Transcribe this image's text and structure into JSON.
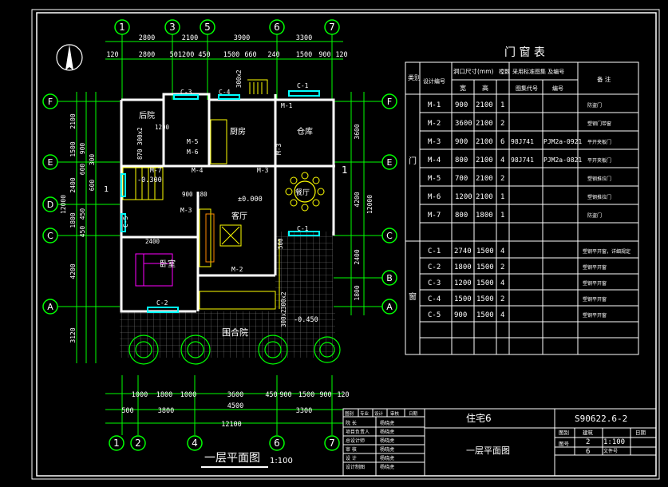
{
  "plan": {
    "title": "一层平面图",
    "scale": "1:100",
    "rooms": {
      "back_kitchen": "后院",
      "kitchen": "厨房",
      "storage": "仓库",
      "dining": "餐厅",
      "living": "客厅",
      "bedroom": "卧室",
      "courtyard": "围合院"
    },
    "levels": {
      "zero": "±0.000",
      "lower": "-0.300",
      "yard": "-0.450"
    },
    "small_texts": {
      "arrow_1": "1",
      "dim_1200": "1200",
      "dim_900_180": "900 180",
      "dim_300x2": "300x2",
      "dim_870": "870 300x2",
      "dim_2400": "2400",
      "dim_500": "500",
      "dim_300x2_b": "300x2",
      "dim_300x2_c": "300x2"
    },
    "door_labels": [
      "M-1",
      "M-2",
      "M-3",
      "M-4",
      "M-5",
      "M-6",
      "M-7",
      "M-3",
      "M-3"
    ],
    "window_labels": [
      "C-1",
      "C-1",
      "C-2",
      "C-3",
      "C-4",
      "C-5"
    ]
  },
  "grid": {
    "top": [
      "1",
      "3",
      "5",
      "6",
      "7"
    ],
    "bottom": [
      "1",
      "2",
      "4",
      "6",
      "7"
    ],
    "left": [
      "F",
      "E",
      "D",
      "C",
      "A"
    ],
    "right": [
      "F",
      "E",
      "C",
      "B",
      "A"
    ]
  },
  "dims": {
    "top_row1": [
      "2800",
      "2100",
      "3900",
      "3300"
    ],
    "top_row2": [
      "120",
      "2800",
      "501200",
      "450",
      "1500",
      "660",
      "240",
      "1500",
      "900",
      "120"
    ],
    "bottom_row1": [
      "1000",
      "1800",
      "1000",
      "3600",
      "450",
      "900",
      "1500",
      "900",
      "120"
    ],
    "bottom_row2": [
      "500",
      "3800",
      "4500",
      "3300"
    ],
    "bottom_total": "12100",
    "left_outer": [
      "2100",
      "1500",
      "2400",
      "1800",
      "4200",
      "3120"
    ],
    "left_inner": [
      "600",
      "300",
      "900",
      "450",
      "600",
      "450"
    ],
    "left_total": "12000",
    "right_inner": [
      "3600",
      "4200",
      "2400",
      "1800"
    ],
    "right_total": "12000"
  },
  "schedule": {
    "title": "门 窗 表",
    "headers": {
      "type": "类别",
      "code": "设计编号",
      "opening": "洞口尺寸(mm)",
      "width": "宽",
      "height": "高",
      "count": "樘数",
      "standard": "采用标准图集 及编号",
      "atlas": "图集代号",
      "number": "编号",
      "remark": "备 注"
    },
    "door_type": "门",
    "window_type": "窗",
    "doors": [
      {
        "code": "M-1",
        "w": "900",
        "h": "2100",
        "n": "1",
        "atlas": "",
        "num": "",
        "remark": "防盗门"
      },
      {
        "code": "M-2",
        "w": "3600",
        "h": "2100",
        "n": "2",
        "atlas": "",
        "num": "",
        "remark": "塑钢门带窗"
      },
      {
        "code": "M-3",
        "w": "900",
        "h": "2100",
        "n": "6",
        "atlas": "98J741",
        "num": "PJM2a-0921",
        "remark": "平开夹板门"
      },
      {
        "code": "M-4",
        "w": "800",
        "h": "2100",
        "n": "4",
        "atlas": "98J741",
        "num": "PJM2a-0821",
        "remark": "平开夹板门"
      },
      {
        "code": "M-5",
        "w": "700",
        "h": "2100",
        "n": "2",
        "atlas": "",
        "num": "",
        "remark": "塑钢推拉门"
      },
      {
        "code": "M-6",
        "w": "1200",
        "h": "2100",
        "n": "1",
        "atlas": "",
        "num": "",
        "remark": "塑钢推拉门"
      },
      {
        "code": "M-7",
        "w": "800",
        "h": "1800",
        "n": "1",
        "atlas": "",
        "num": "",
        "remark": "防盗门"
      }
    ],
    "windows": [
      {
        "code": "C-1",
        "w": "2740",
        "h": "1500",
        "n": "4",
        "remark": "塑钢平开窗，详细规定"
      },
      {
        "code": "C-2",
        "w": "1800",
        "h": "1500",
        "n": "2",
        "remark": "塑钢平开窗"
      },
      {
        "code": "C-3",
        "w": "1200",
        "h": "1500",
        "n": "4",
        "remark": "塑钢平开窗"
      },
      {
        "code": "C-4",
        "w": "1500",
        "h": "1500",
        "n": "2",
        "remark": "塑钢平开窗"
      },
      {
        "code": "C-5",
        "w": "900",
        "h": "1500",
        "n": "4",
        "remark": "塑钢平开窗"
      }
    ]
  },
  "title_block": {
    "project": "住宅6",
    "drawing_no": "S90622.6-2",
    "drawing_name": "一层平面图",
    "header_cells": [
      "图别",
      "专业",
      "设计",
      "审核",
      "日期"
    ],
    "roles": [
      "院  长",
      "项目负责人",
      "总设计师",
      "审  核",
      "设  计",
      "设计制图"
    ],
    "signatures": [
      "杨晓虎",
      "杨晓虎",
      "杨晓虎",
      "杨晓虎",
      "杨晓虎",
      "杨晓虎"
    ],
    "right_labels": [
      "图别",
      "建筑",
      "日期"
    ],
    "sheet_label": "图号",
    "sheet": "2",
    "scale": "1:100",
    "page": "6",
    "page_note": "文件号"
  }
}
